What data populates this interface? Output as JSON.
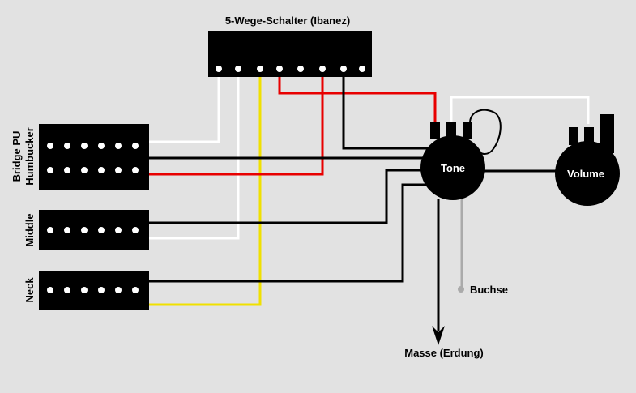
{
  "switch": {
    "title": "5-Wege-Schalter (Ibanez)"
  },
  "pickups": {
    "bridge": {
      "line1": "Bridge PU",
      "line2": "Humbucker"
    },
    "middle": {
      "label": "Middle"
    },
    "neck": {
      "label": "Neck"
    }
  },
  "pots": {
    "tone": {
      "label": "Tone"
    },
    "volume": {
      "label": "Volume"
    }
  },
  "jack": {
    "label": "Buchse"
  },
  "ground": {
    "label": "Masse (Erdung)"
  },
  "colors": {
    "background": "#e2e2e2",
    "wire_black": "#000000",
    "wire_white": "#ffffff",
    "wire_red": "#e80000",
    "wire_yellow": "#f0e000",
    "wire_gray": "#aaaaaa",
    "component": "#000000"
  }
}
